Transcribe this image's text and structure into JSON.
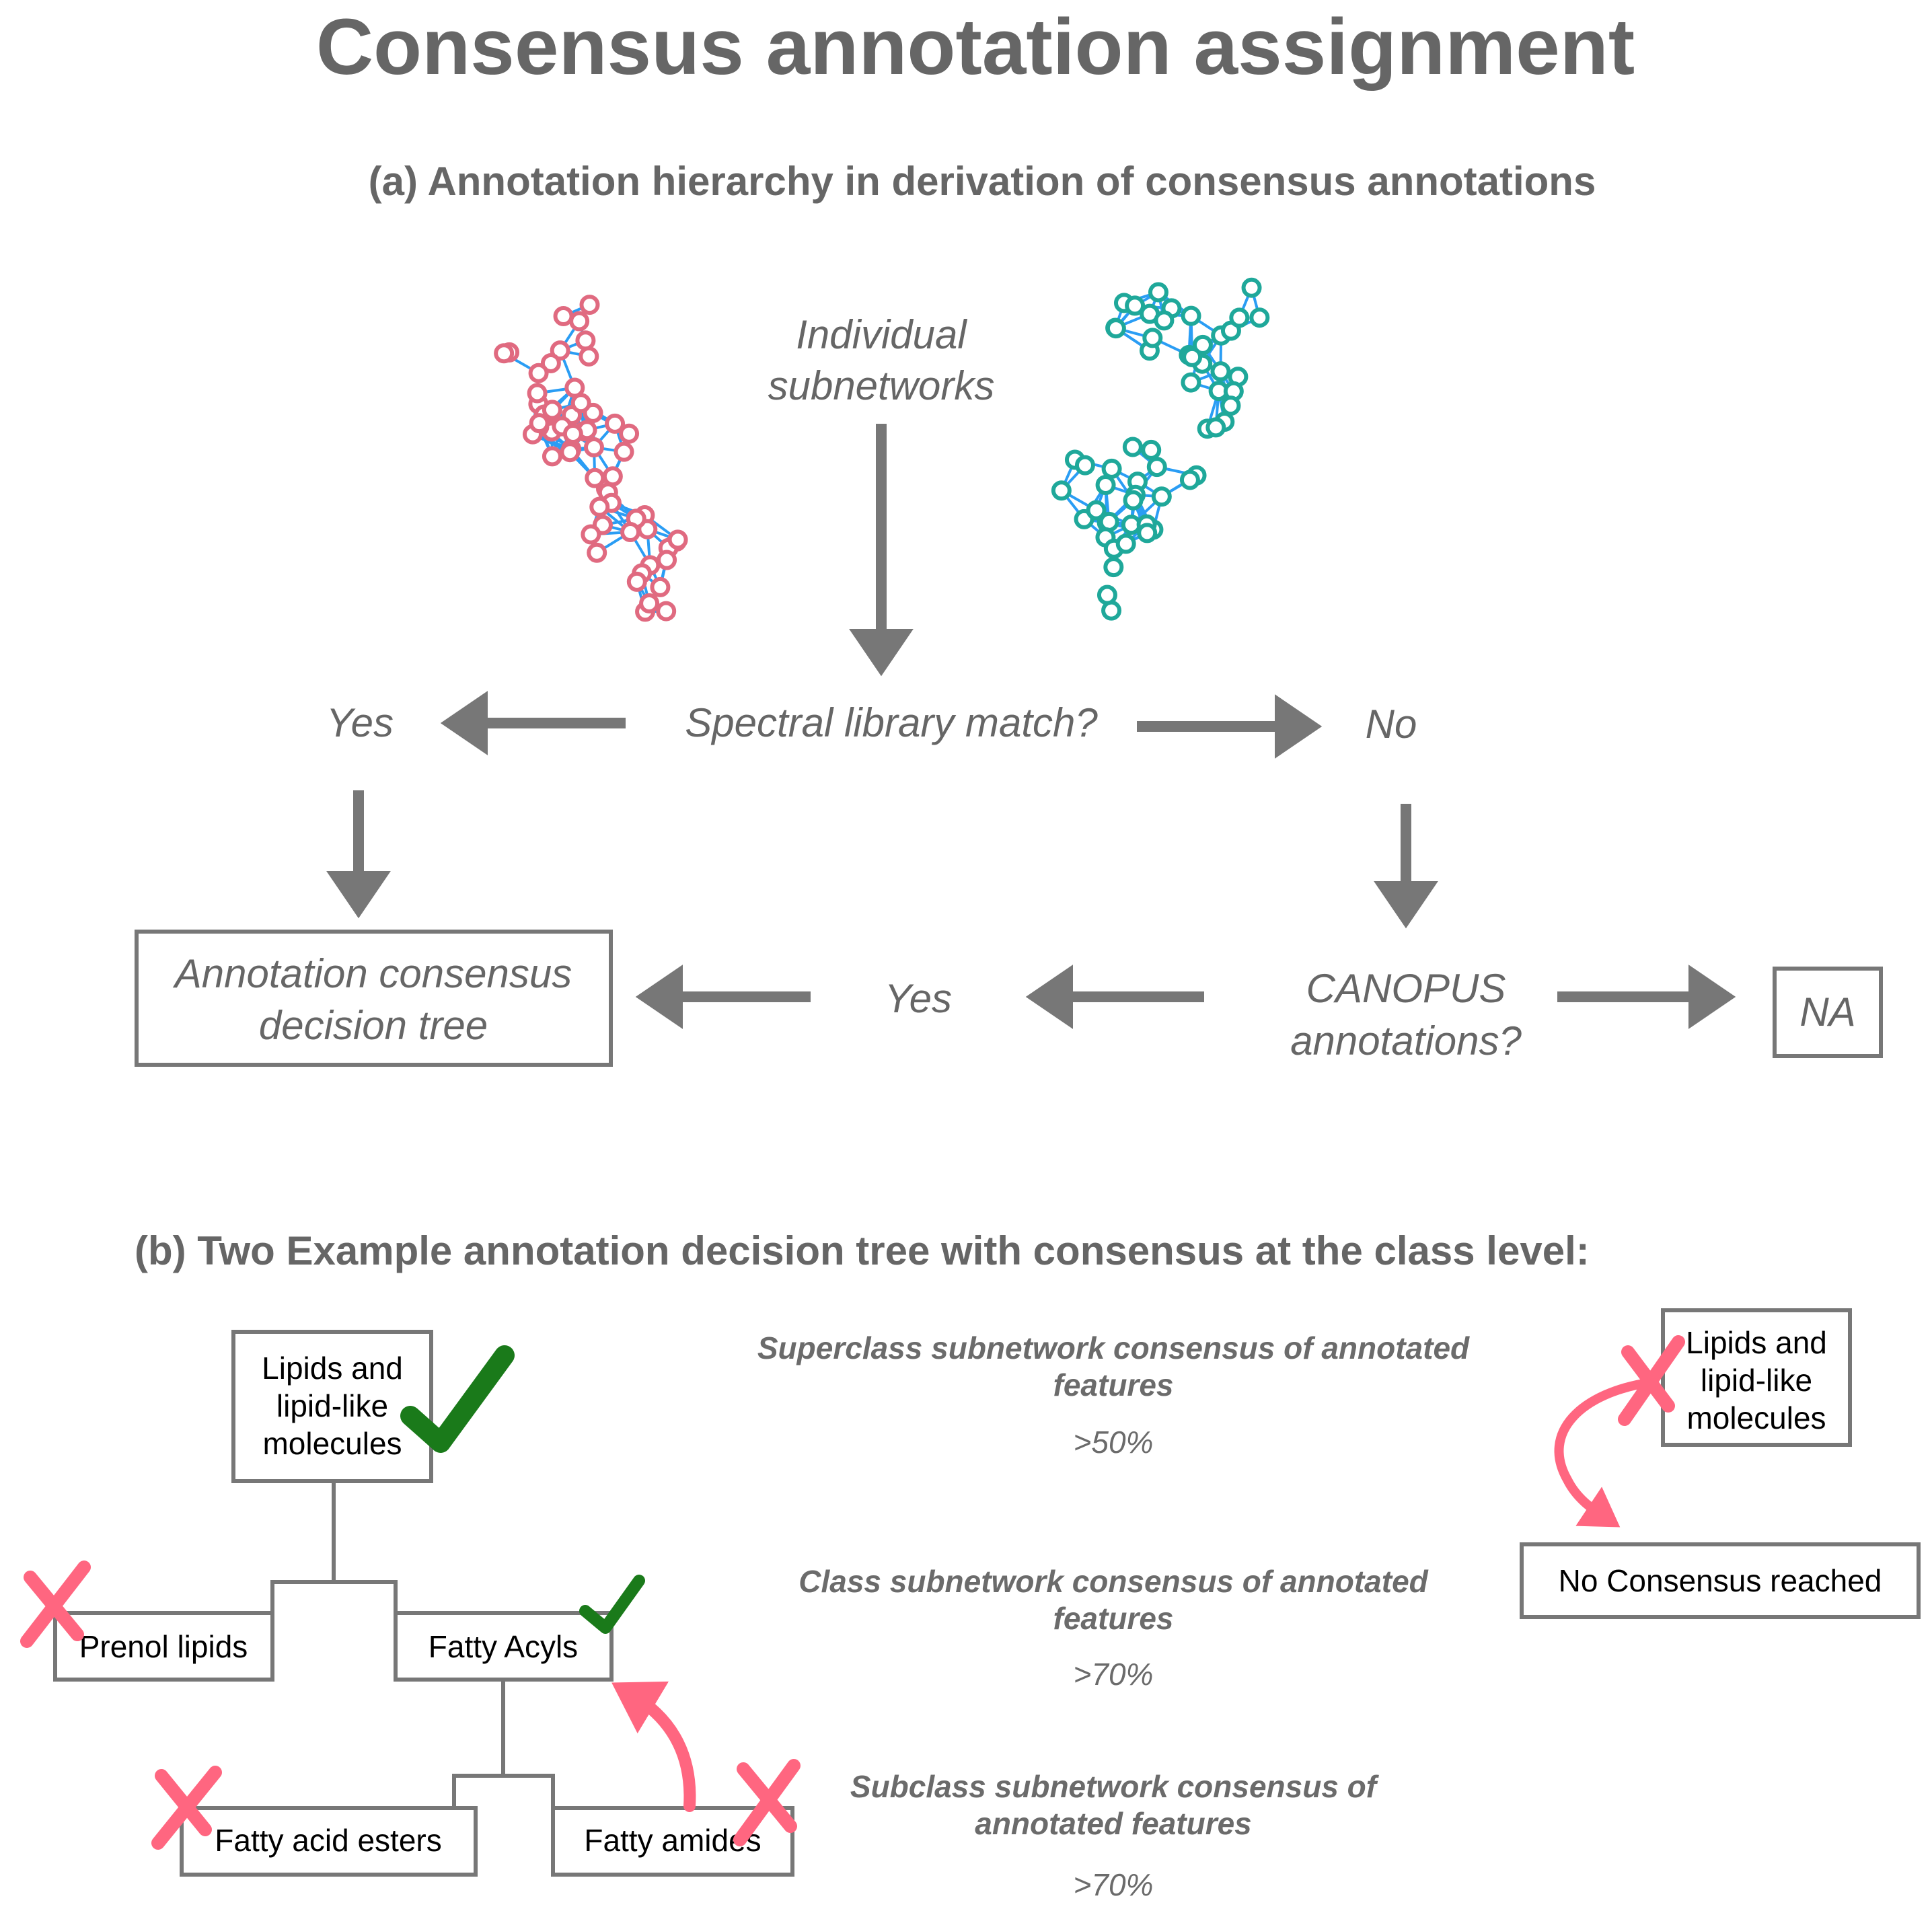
{
  "title": "Consensus annotation assignment",
  "section_a": {
    "heading": "(a) Annotation hierarchy in derivation of consensus annotations",
    "individual_line1": "Individual",
    "individual_line2": "subnetworks",
    "spectral_question": "Spectral library match?",
    "yes_top": "Yes",
    "no_top": "No",
    "decision_tree_line1": "Annotation consensus",
    "decision_tree_line2": "decision tree",
    "yes_bottom": "Yes",
    "canopus_line1": "CANOPUS",
    "canopus_line2": "annotations?",
    "na": "NA"
  },
  "section_b": {
    "heading": "(b) Two Example annotation decision tree with consensus at the class level:",
    "tree1": {
      "root_line1": "Lipids and",
      "root_line2": "lipid-like",
      "root_line3": "molecules",
      "prenol": "Prenol lipids",
      "fatty_acyls": "Fatty Acyls",
      "fatty_acid_esters": "Fatty acid esters",
      "fatty_amides": "Fatty amides"
    },
    "levels": {
      "superclass_line1": "Superclass subnetwork consensus of annotated",
      "superclass_line2": "features",
      "superclass_pct": ">50%",
      "class_line1": "Class subnetwork consensus of annotated",
      "class_line2": "features",
      "class_pct": ">70%",
      "subclass_line1": "Subclass subnetwork consensus of",
      "subclass_line2": "annotated features",
      "subclass_pct": ">70%"
    },
    "tree2": {
      "root_line1": "Lipids and",
      "root_line2": "lipid-like",
      "root_line3": "molecules",
      "no_consensus": "No Consensus reached"
    }
  },
  "colors": {
    "gray": "#777777",
    "pink_network": "#e06a80",
    "teal_network": "#1fa89a",
    "edge_blue": "#2a9df4",
    "check_green": "#1a7a1a",
    "cross_pink": "#ff6680"
  },
  "icons": {
    "check": "check-icon",
    "cross": "cross-icon"
  }
}
